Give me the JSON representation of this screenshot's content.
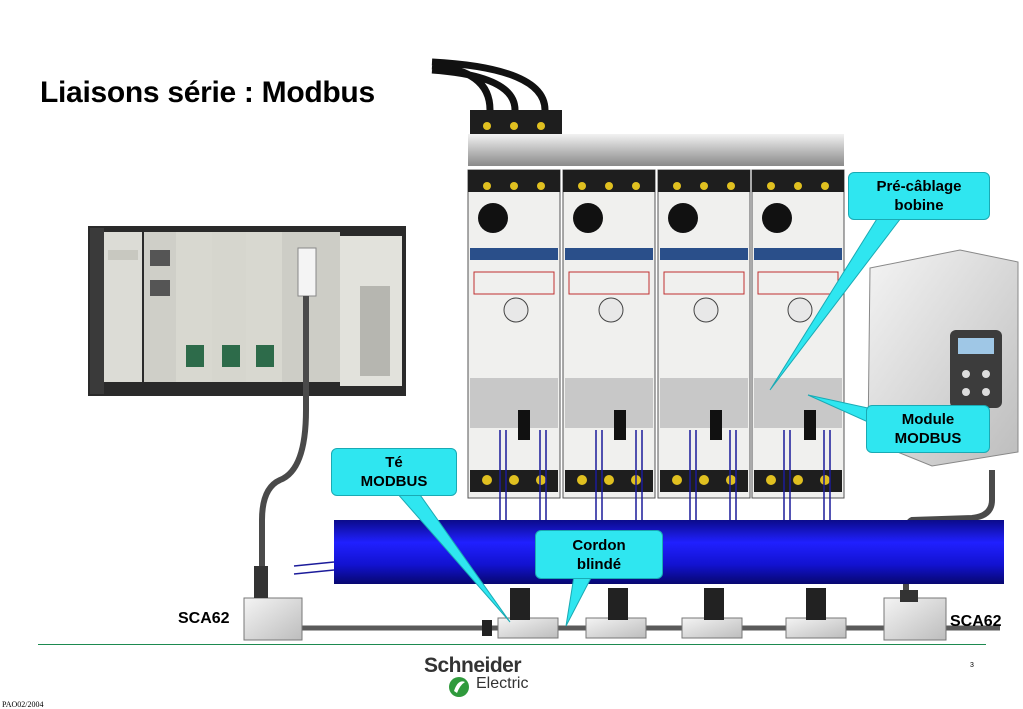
{
  "slide": {
    "title": "Liaisons série : Modbus",
    "reference": "PAO02/2004",
    "page_number": "3"
  },
  "callouts": {
    "precablage": [
      "Pré-câblage",
      "bobine"
    ],
    "module": [
      "Module",
      "MODBUS"
    ],
    "te": [
      "Té",
      "MODBUS"
    ],
    "cordon": [
      "Cordon",
      "blindé"
    ]
  },
  "labels": {
    "sca62_left": "SCA62",
    "sca62_right": "SCA62"
  },
  "logo": {
    "word": "Schneider",
    "sub": "Electric"
  },
  "colors": {
    "callout_fill": "#2fe6f0",
    "bus_blue": "#1414d8",
    "footer_line": "#1d8a50"
  }
}
